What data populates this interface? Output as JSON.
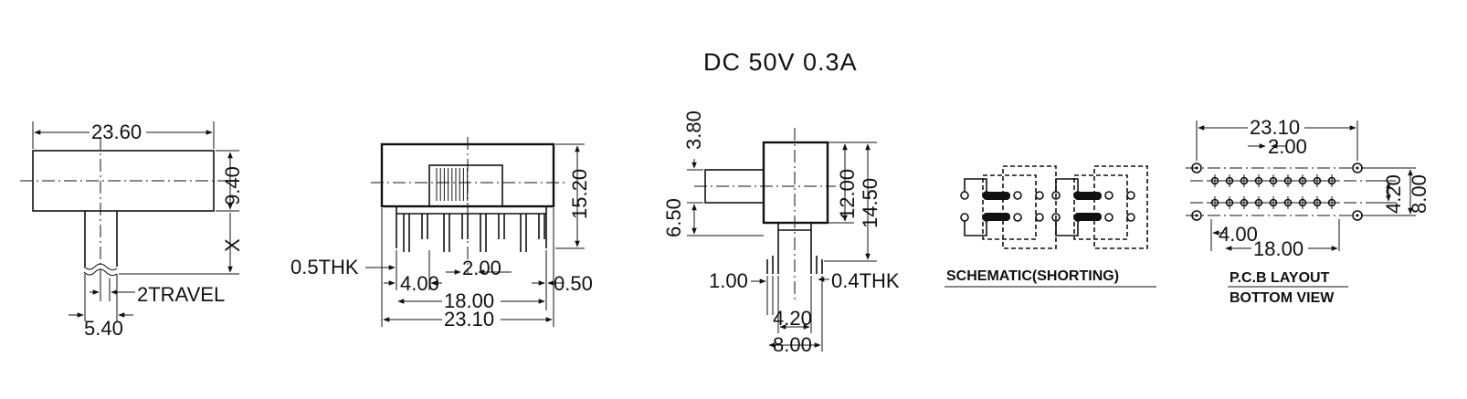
{
  "rating": "DC  50V  0.3A",
  "side_view": {
    "width": "23.60",
    "height": "9.40",
    "x": "X",
    "travel": "2TRAVEL",
    "shaft": "5.40"
  },
  "front_view": {
    "height": "15.20",
    "thickness": "0.5THK",
    "pin_offset": "4.00",
    "pitch": "2.00",
    "pin_width": "0.50",
    "span": "18.00",
    "overall": "23.10"
  },
  "end_view": {
    "actuator_width": "3.80",
    "actuator_height": "6.50",
    "body_height": "12.00",
    "overall_height": "14.50",
    "pin_thickness": "0.4THK",
    "pin_gap": "1.00",
    "inner_width": "4.20",
    "outer_width": "8.00"
  },
  "schematic": {
    "caption": "SCHEMATIC(SHORTING)"
  },
  "pcb": {
    "overall": "23.10",
    "pitch": "2.00",
    "row_spacing": "4.20",
    "outer": "8.00",
    "offset": "4.00",
    "span": "18.00",
    "caption_1": "P.C.B LAYOUT",
    "caption_2": "BOTTOM VIEW"
  }
}
